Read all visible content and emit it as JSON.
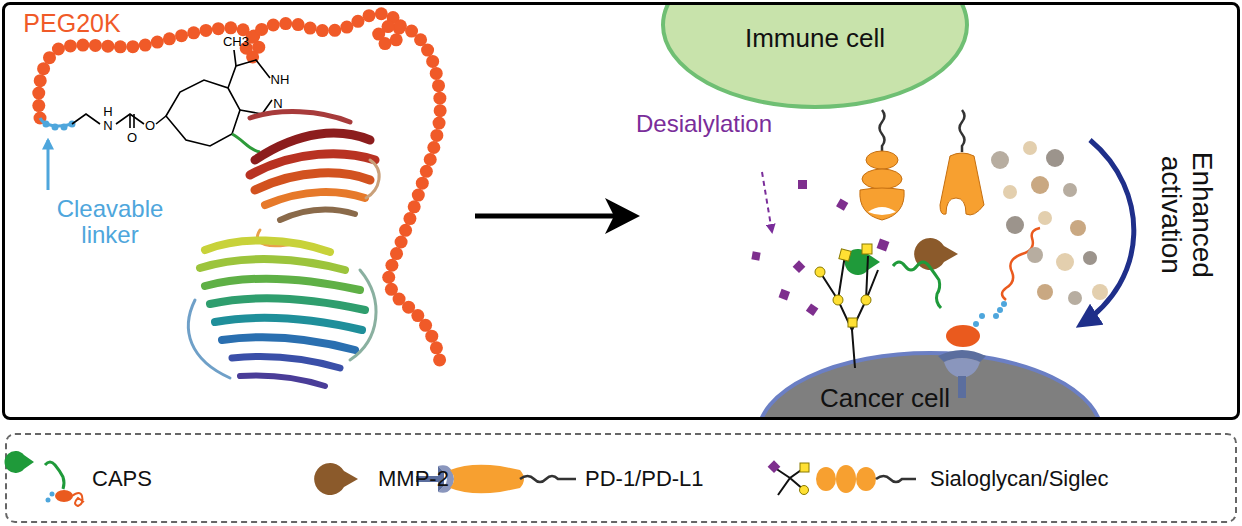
{
  "diagram": {
    "nodes": [
      {
        "text": [
          "Immune cell"
        ]
      },
      {
        "text": [
          "Cancer cell"
        ]
      }
    ],
    "labels": [
      "PEG20K",
      "Cleavable linker",
      "Desialylation",
      "Enhanced activation",
      "CH3",
      "NH",
      "N",
      "H",
      "N",
      "O",
      "O"
    ],
    "legend": [
      {
        "text": "CAPS"
      },
      {
        "text": "MMP-2"
      },
      {
        "text": "PD-1/PD-L1"
      },
      {
        "text": "Sialoglycan/Siglec"
      }
    ]
  }
}
